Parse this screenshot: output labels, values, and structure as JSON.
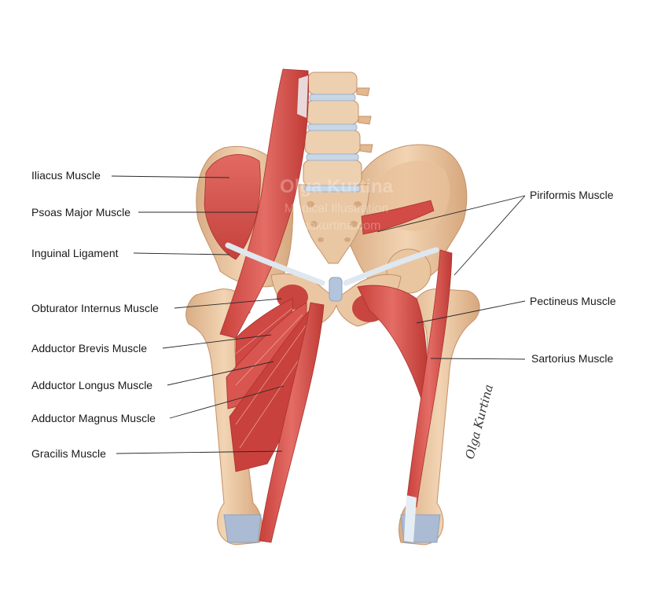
{
  "labels_left": [
    "Iliacus Muscle",
    "Psoas Major Muscle",
    "Inguinal Ligament",
    "Obturator Internus Muscle",
    "Adductor Brevis Muscle",
    "Adductor Longus Muscle",
    "Adductor Magnus Muscle",
    "Gracilis Muscle"
  ],
  "labels_right": [
    "Piriformis Muscle",
    "Pectineus Muscle",
    "Sartorius Muscle"
  ],
  "watermark": {
    "name": "Olga Kurtina",
    "subtitle": "Medical Illustration",
    "site": "olgakurtina.com"
  },
  "signature": "Olga Kurtina",
  "colors": {
    "muscle": "#d9534f",
    "muscle_dark": "#b83a36",
    "bone": "#ecc9a4",
    "bone_shade": "#d7a97f",
    "tendon": "#e6eef5",
    "cartilage": "#a9bfd6",
    "leader": "#2a2a2a"
  }
}
